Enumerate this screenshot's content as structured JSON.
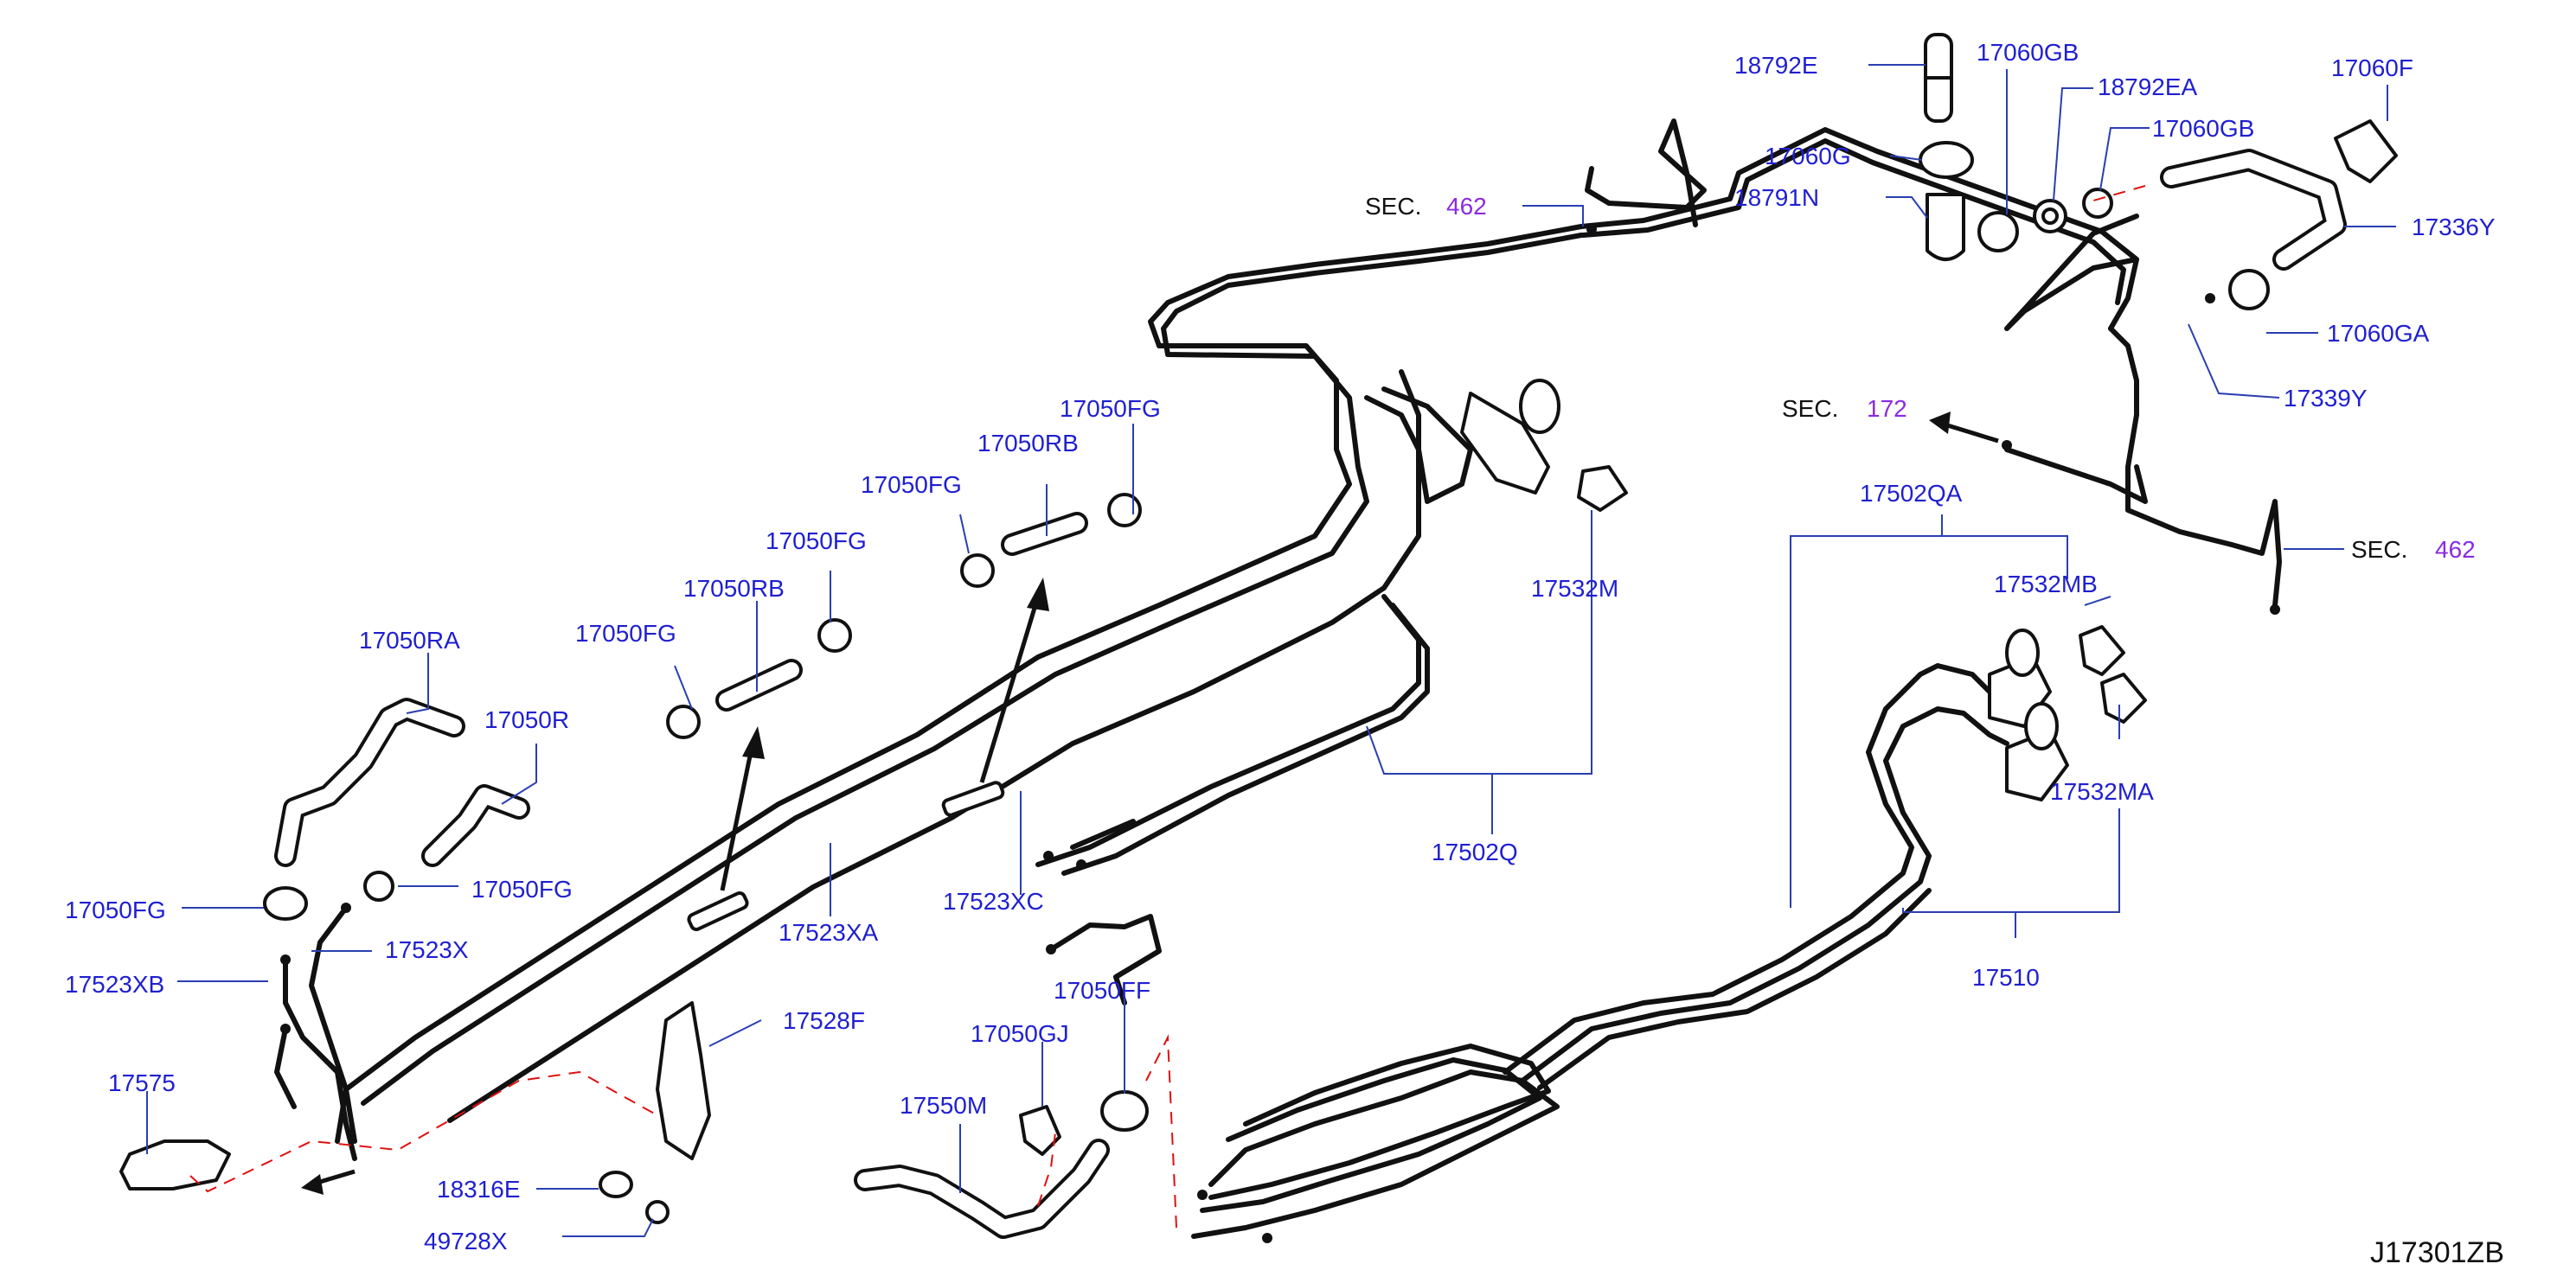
{
  "diagram_code": "J17301ZB",
  "sections": [
    {
      "word": "SEC.",
      "num": "462"
    },
    {
      "word": "SEC.",
      "num": "172"
    },
    {
      "word": "SEC.",
      "num": "462"
    }
  ],
  "labels": {
    "p18792E": "18792E",
    "p17060GB_a": "17060GB",
    "p18792EA": "18792EA",
    "p17060GB_b": "17060GB",
    "p17060F": "17060F",
    "p17060G": "17060G",
    "p18791N": "18791N",
    "p17336Y": "17336Y",
    "p17060GA": "17060GA",
    "p17339Y": "17339Y",
    "p17502QA": "17502QA",
    "p17532MB": "17532MB",
    "p17532MA": "17532MA",
    "p17510": "17510",
    "p17532M": "17532M",
    "p17502Q": "17502Q",
    "p17050FG_1": "17050FG",
    "p17050RB_1": "17050RB",
    "p17050FG_2": "17050FG",
    "p17050FG_3": "17050FG",
    "p17050RB_2": "17050RB",
    "p17050FG_4": "17050FG",
    "p17050RA": "17050RA",
    "p17050R": "17050R",
    "p17050FG_5": "17050FG",
    "p17050FG_6": "17050FG",
    "p17523X": "17523X",
    "p17523XA": "17523XA",
    "p17523XC": "17523XC",
    "p17523XB": "17523XB",
    "p17528F": "17528F",
    "p17575": "17575",
    "p18316E": "18316E",
    "p49728X": "49728X",
    "p17050FF": "17050FF",
    "p17050GJ": "17050GJ",
    "p17550M": "17550M"
  }
}
